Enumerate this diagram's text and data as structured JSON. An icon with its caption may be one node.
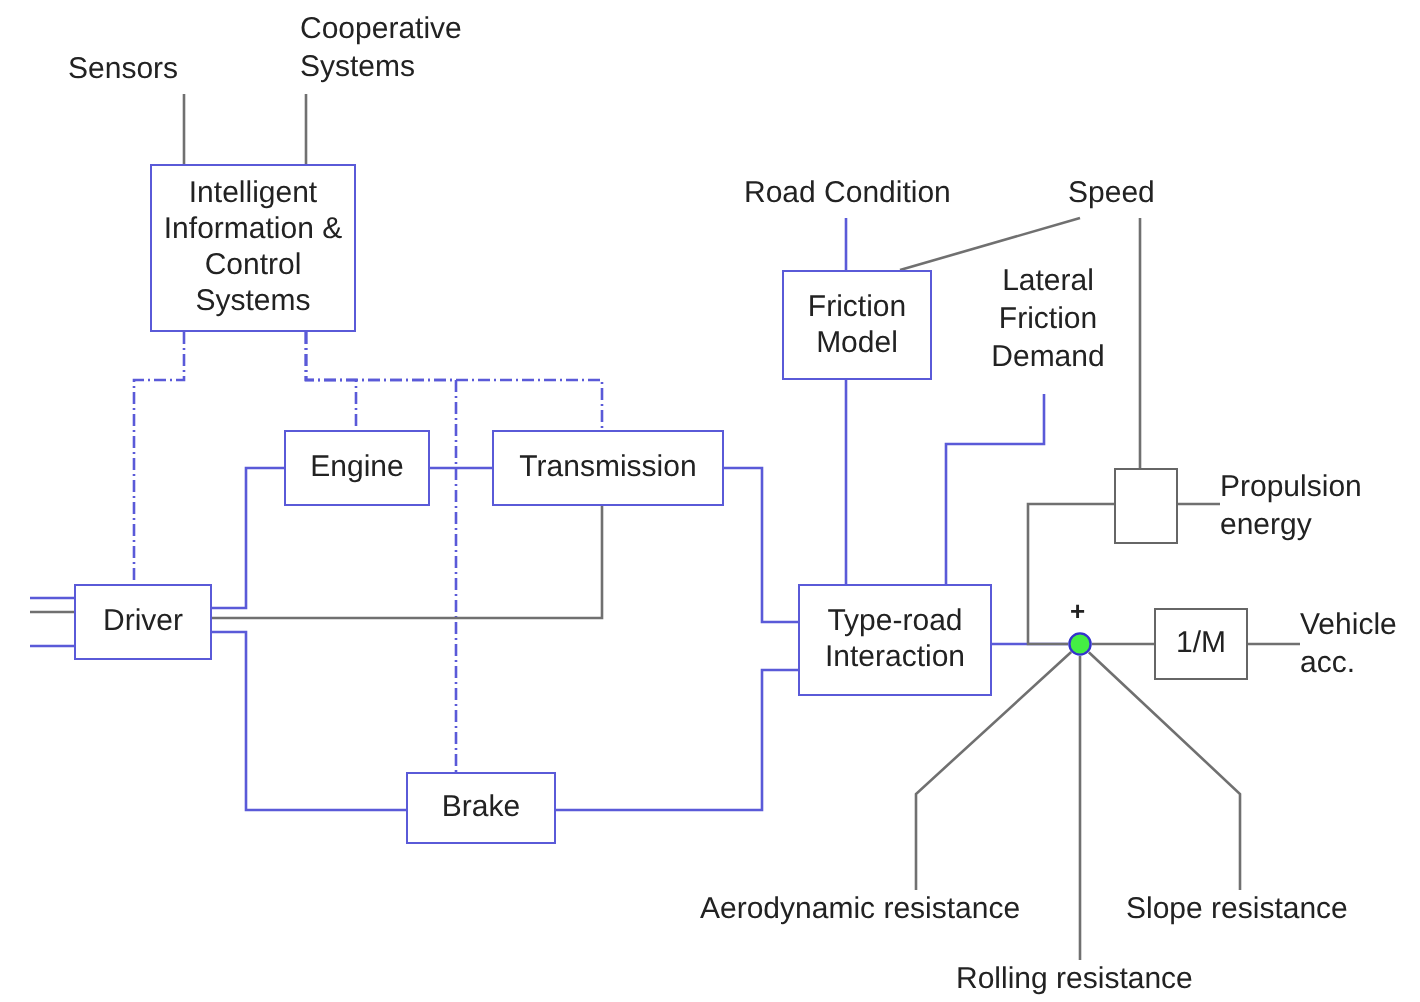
{
  "diagram": {
    "nodes": [
      {
        "text": [
          "Sensors"
        ]
      },
      {
        "text": [
          "Cooperative Systems"
        ]
      },
      {
        "text": [
          "Intelligent Information & Control Systems"
        ]
      },
      {
        "text": [
          "Engine"
        ]
      },
      {
        "text": [
          "Transmission"
        ]
      },
      {
        "text": [
          "Driver"
        ]
      },
      {
        "text": [
          "Brake"
        ]
      },
      {
        "text": [
          "Road Condition"
        ]
      },
      {
        "text": [
          "Speed"
        ]
      },
      {
        "text": [
          "Friction Model"
        ]
      },
      {
        "text": [
          "Lateral Friction Demand"
        ]
      },
      {
        "text": [
          "Type-road Interaction"
        ]
      },
      {
        "text": [],
        "shape": "box"
      },
      {
        "text": [
          "Propulsion energy"
        ]
      },
      {
        "text": [],
        "shape": "circle"
      },
      {
        "text": [
          "1/M"
        ]
      },
      {
        "text": [
          "Vehicle acc."
        ]
      },
      {
        "text": [
          "Aerodynamic resistance"
        ]
      },
      {
        "text": [
          "Rolling resistance"
        ]
      },
      {
        "text": [
          "Slope resistance"
        ]
      }
    ],
    "edges": [
      {
        "from": 0,
        "to": 2,
        "arrow": "none",
        "color": "#707070"
      },
      {
        "from": 1,
        "to": 2,
        "arrow": "none",
        "color": "#707070"
      },
      {
        "from": 2,
        "to": 5,
        "arrow": "none",
        "style": "dashed"
      },
      {
        "from": 2,
        "to": 3,
        "arrow": "none",
        "style": "dashed"
      },
      {
        "from": 2,
        "to": 4,
        "arrow": "none",
        "style": "dashed"
      },
      {
        "from": 2,
        "to": 6,
        "arrow": "none",
        "style": "dashed"
      },
      {
        "from": 5,
        "to": 3,
        "arrow": "none"
      },
      {
        "from": 3,
        "to": 4,
        "arrow": "none"
      },
      {
        "from": 5,
        "to": 4,
        "arrow": "none",
        "color": "#707070"
      },
      {
        "from": 5,
        "to": 6,
        "arrow": "none"
      },
      {
        "from": 4,
        "to": 11,
        "arrow": "none"
      },
      {
        "from": 6,
        "to": 11,
        "arrow": "none"
      },
      {
        "from": 7,
        "to": 9,
        "arrow": "none"
      },
      {
        "from": 8,
        "to": 9,
        "arrow": "none",
        "color": "#707070"
      },
      {
        "from": 9,
        "to": 11,
        "arrow": "none"
      },
      {
        "from": 10,
        "to": 11,
        "arrow": "none"
      },
      {
        "from": 8,
        "to": 12,
        "arrow": "none",
        "color": "#707070"
      },
      {
        "from": 11,
        "to": 14,
        "arrow": "none"
      },
      {
        "from": 14,
        "to": 12,
        "arrow": "none",
        "color": "#707070"
      },
      {
        "from": 12,
        "to": 13,
        "arrow": "none",
        "color": "#707070"
      },
      {
        "from": 14,
        "to": 15,
        "arrow": "none",
        "color": "#707070"
      },
      {
        "from": 15,
        "to": 16,
        "arrow": "none",
        "color": "#707070"
      },
      {
        "from": 17,
        "to": 14,
        "arrow": "none",
        "color": "#707070"
      },
      {
        "from": 18,
        "to": 14,
        "arrow": "none",
        "color": "#707070"
      },
      {
        "from": 19,
        "to": 14,
        "arrow": "none",
        "color": "#707070"
      },
      {
        "from": null,
        "to": 5,
        "arrow": "none"
      },
      {
        "from": null,
        "to": 5,
        "arrow": "none",
        "color": "#707070"
      },
      {
        "from": null,
        "to": 5,
        "arrow": "none"
      }
    ],
    "labels": [
      "+"
    ]
  }
}
